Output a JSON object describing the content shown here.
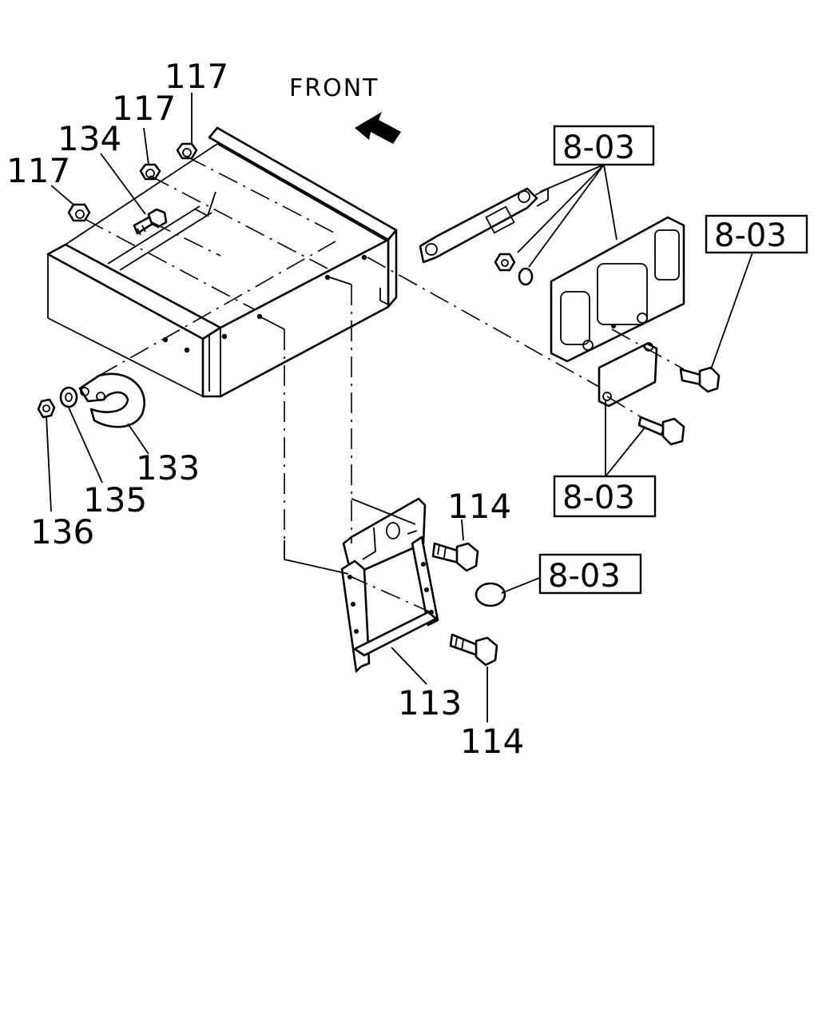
{
  "direction_label": "FRONT",
  "callouts": {
    "c117a": "117",
    "c117b": "117",
    "c117c": "117",
    "c134": "134",
    "c133": "133",
    "c135": "135",
    "c136": "136",
    "c113": "113",
    "c114a": "114",
    "c114b": "114"
  },
  "reference_boxes": {
    "ref1": "8-03",
    "ref2": "8-03",
    "ref3": "8-03",
    "ref4": "8-03"
  }
}
